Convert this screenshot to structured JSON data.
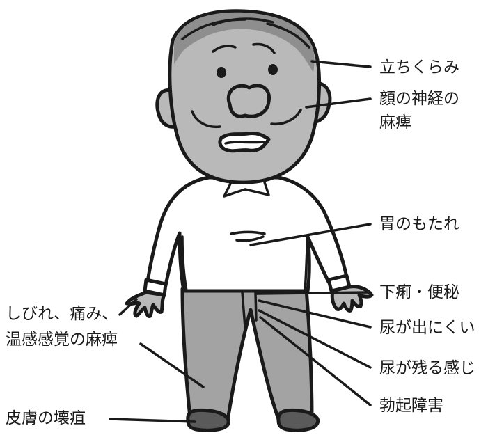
{
  "labels": {
    "dizziness": "立ちくらみ",
    "facial_nerve_1": "顔の神経の",
    "facial_nerve_2": "麻痺",
    "stomach": "胃のもたれ",
    "diarrhea": "下痢・便秘",
    "urination_difficulty": "尿が出にくい",
    "residual_urine": "尿が残る感じ",
    "erectile_dysfunction": "勃起障害",
    "numbness_1": "しびれ、痛み、",
    "numbness_2": "温感感覚の麻痺",
    "gangrene": "皮膚の壊疽"
  },
  "colors": {
    "skin_gray": "#b9b9b9",
    "hair_gray": "#8e8e8e",
    "pants_gray": "#a3a3a3",
    "shoe_gray": "#5a5a5a",
    "outline": "#1a1a1a",
    "shirt": "#ffffff"
  }
}
